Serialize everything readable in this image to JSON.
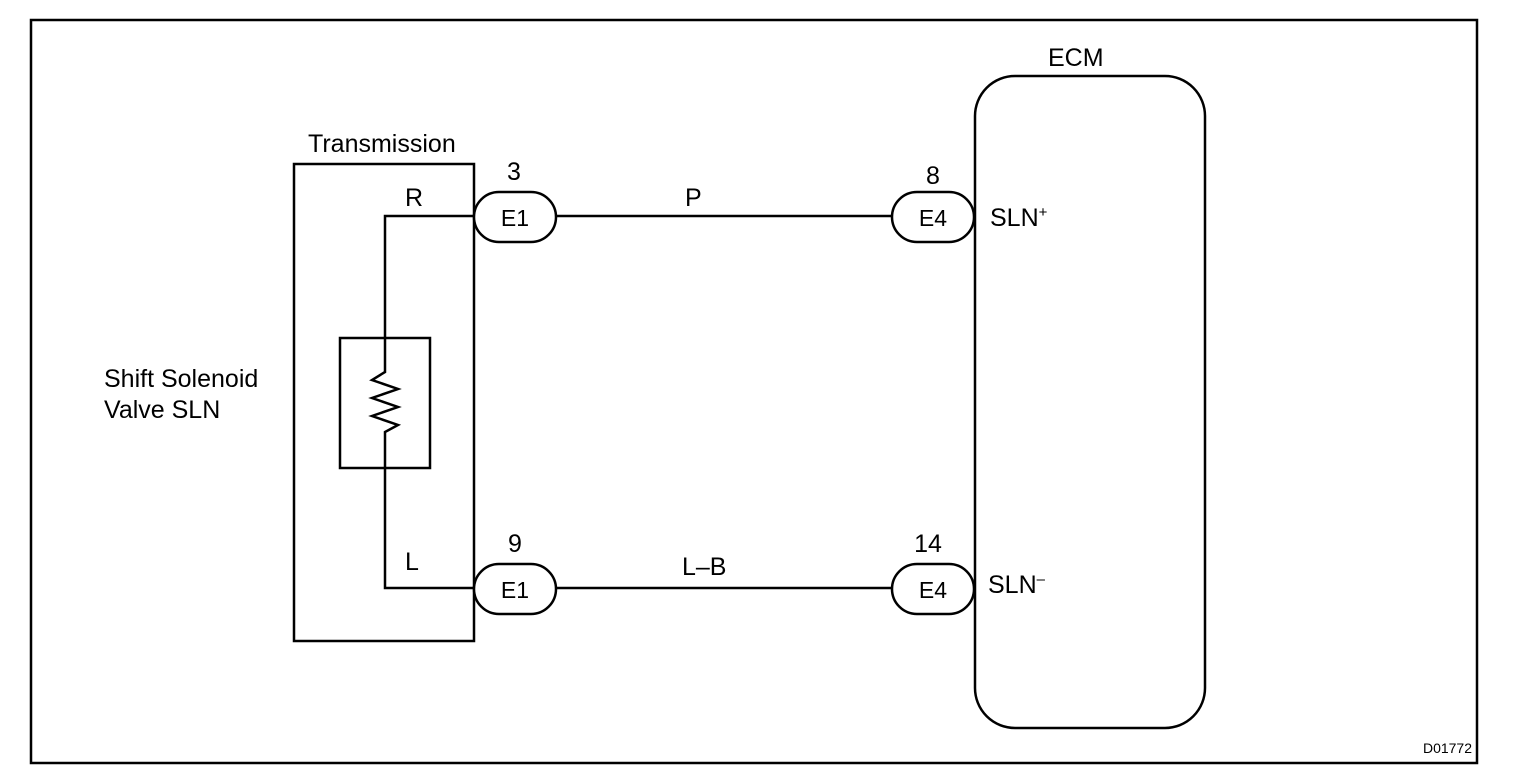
{
  "diagram": {
    "transmission_label": "Transmission",
    "ecm_label": "ECM",
    "solenoid_label_line1": "Shift Solenoid",
    "solenoid_label_line2": "Valve SLN",
    "figure_code": "D01772",
    "connectors": [
      {
        "name": "E1",
        "pin": "3"
      },
      {
        "name": "E4",
        "pin": "8"
      },
      {
        "name": "E1",
        "pin": "9"
      },
      {
        "name": "E4",
        "pin": "14"
      }
    ],
    "internal_wire_colors": {
      "upper": "R",
      "lower": "L"
    },
    "harness_wire_colors": {
      "upper": "P",
      "lower": "L–B"
    },
    "ecm_terminals": [
      {
        "base": "SLN",
        "suffix": "+"
      },
      {
        "base": "SLN",
        "suffix": "–"
      }
    ]
  }
}
